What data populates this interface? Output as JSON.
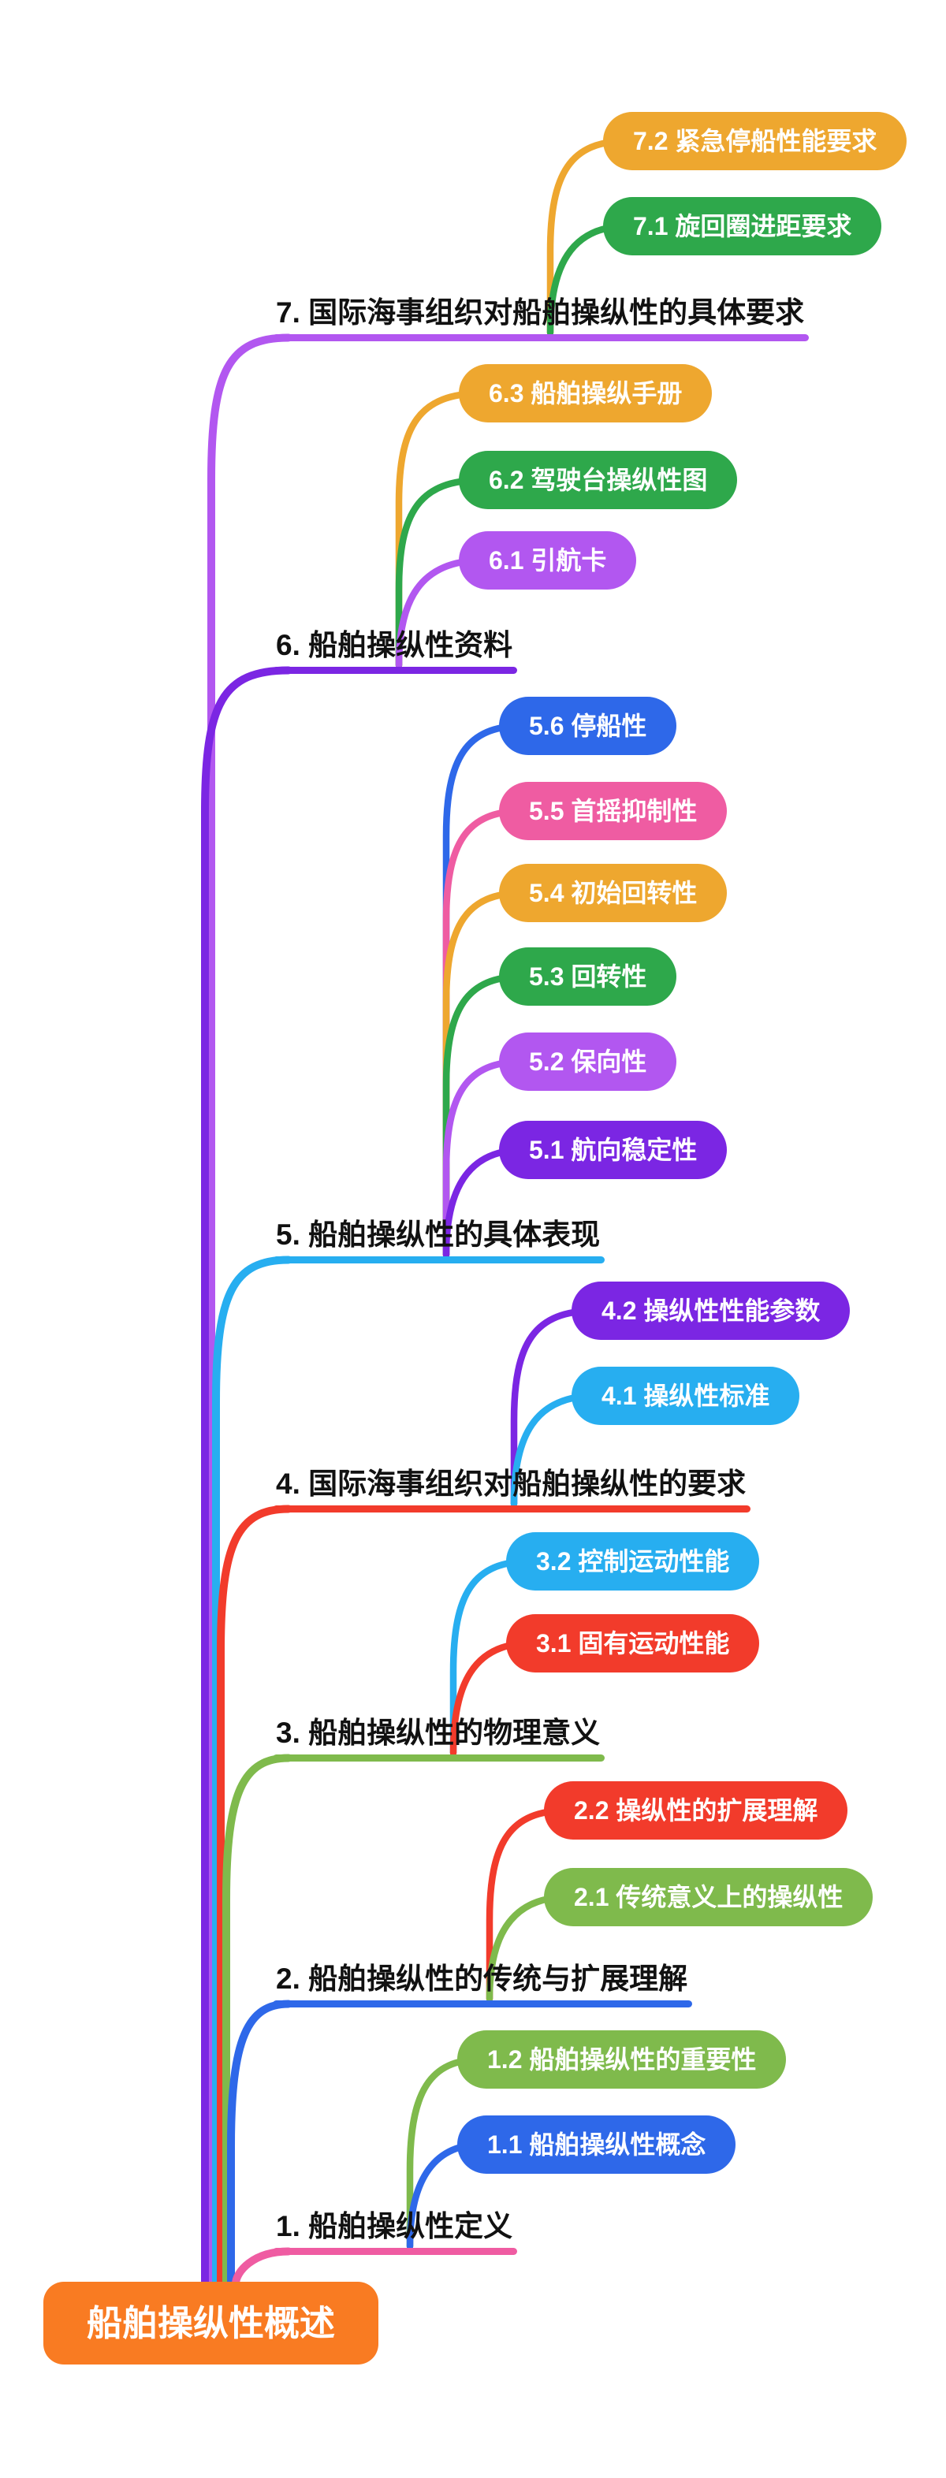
{
  "canvas_background": "#FFFFFF",
  "root": {
    "label": "船舶操纵性概述",
    "color": "#F97B22",
    "text_color": "#FFFFFF"
  },
  "sections": [
    {
      "id": "1",
      "label": "1. 船舶操纵性定义",
      "line_color": "#EF5CA2",
      "children": [
        {
          "id": "1.1",
          "label": "1.1 船舶操纵性概念",
          "color": "#2E68E9"
        },
        {
          "id": "1.2",
          "label": "1.2 船舶操纵性的重要性",
          "color": "#7FBA4C"
        }
      ]
    },
    {
      "id": "2",
      "label": "2. 船舶操纵性的传统与扩展理解",
      "line_color": "#2E68E9",
      "children": [
        {
          "id": "2.1",
          "label": "2.1 传统意义上的操纵性",
          "color": "#7FBA4C"
        },
        {
          "id": "2.2",
          "label": "2.2 操纵性的扩展理解",
          "color": "#F23B2B"
        }
      ]
    },
    {
      "id": "3",
      "label": "3. 船舶操纵性的物理意义",
      "line_color": "#7FBA4C",
      "children": [
        {
          "id": "3.1",
          "label": "3.1 固有运动性能",
          "color": "#F23B2B"
        },
        {
          "id": "3.2",
          "label": "3.2 控制运动性能",
          "color": "#27AEF0"
        }
      ]
    },
    {
      "id": "4",
      "label": "4. 国际海事组织对船舶操纵性的要求",
      "line_color": "#F23B2B",
      "children": [
        {
          "id": "4.1",
          "label": "4.1 操纵性标准",
          "color": "#27AEF0"
        },
        {
          "id": "4.2",
          "label": "4.2 操纵性性能参数",
          "color": "#7B26E3"
        }
      ]
    },
    {
      "id": "5",
      "label": "5. 船舶操纵性的具体表现",
      "line_color": "#27AEF0",
      "children": [
        {
          "id": "5.1",
          "label": "5.1 航向稳定性",
          "color": "#7B26E3"
        },
        {
          "id": "5.2",
          "label": "5.2 保向性",
          "color": "#B257F0"
        },
        {
          "id": "5.3",
          "label": "5.3 回转性",
          "color": "#2EA84B"
        },
        {
          "id": "5.4",
          "label": "5.4 初始回转性",
          "color": "#EEA72F"
        },
        {
          "id": "5.5",
          "label": "5.5 首摇抑制性",
          "color": "#EF5CA2"
        },
        {
          "id": "5.6",
          "label": "5.6 停船性",
          "color": "#2E68E9"
        }
      ]
    },
    {
      "id": "6",
      "label": "6. 船舶操纵性资料",
      "line_color": "#7B26E3",
      "children": [
        {
          "id": "6.1",
          "label": "6.1 引航卡",
          "color": "#B257F0"
        },
        {
          "id": "6.2",
          "label": "6.2 驾驶台操纵性图",
          "color": "#2EA84B"
        },
        {
          "id": "6.3",
          "label": "6.3 船舶操纵手册",
          "color": "#EEA72F"
        }
      ]
    },
    {
      "id": "7",
      "label": "7. 国际海事组织对船舶操纵性的具体要求",
      "line_color": "#B257F0",
      "children": [
        {
          "id": "7.1",
          "label": "7.1 旋回圈进距要求",
          "color": "#2EA84B"
        },
        {
          "id": "7.2",
          "label": "7.2 紧急停船性能要求",
          "color": "#EEA72F"
        }
      ]
    }
  ]
}
